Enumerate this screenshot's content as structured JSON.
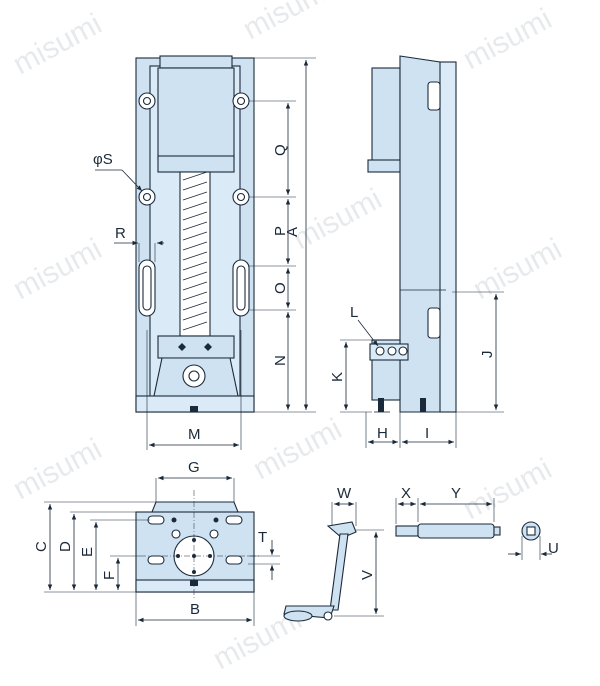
{
  "watermark": "misumi",
  "labels": {
    "A": "A",
    "B": "B",
    "C": "C",
    "D": "D",
    "E": "E",
    "F": "F",
    "G": "G",
    "H": "H",
    "I": "I",
    "J": "J",
    "K": "K",
    "L": "L",
    "M": "M",
    "N": "N",
    "O": "O",
    "P": "P",
    "Q": "Q",
    "R": "R",
    "S": "φS",
    "T": "T",
    "U": "U",
    "V": "V",
    "W": "W",
    "X": "X",
    "Y": "Y"
  },
  "colors": {
    "part_fill": "#cfe2f2",
    "line": "#1b2a3a"
  }
}
